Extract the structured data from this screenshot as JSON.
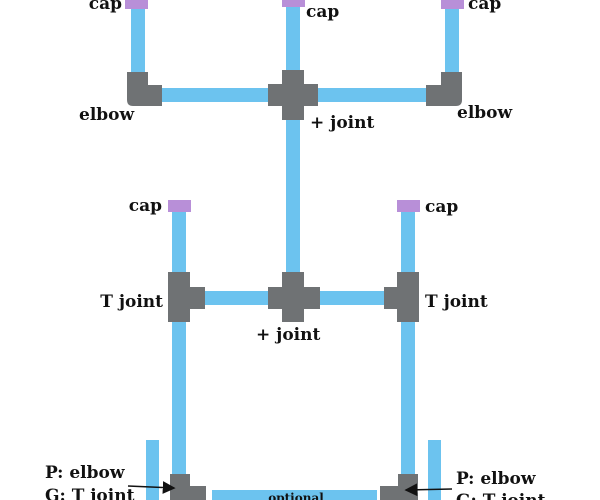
{
  "colors": {
    "pipe": "#6cc3ef",
    "fitting": "#6f7274",
    "cap": "#b88fd8",
    "text": "#111111",
    "background": "#ffffff"
  },
  "labels": {
    "cap_top_left": "cap",
    "cap_top_center": "cap",
    "cap_top_right": "cap",
    "elbow_left": "elbow",
    "elbow_right": "elbow",
    "plus_joint_top": "+ joint",
    "cap_mid_left": "cap",
    "cap_mid_right": "cap",
    "t_joint_left": "T joint",
    "t_joint_right": "T joint",
    "plus_joint_mid": "+ joint",
    "p_elbow_left": "P: elbow",
    "g_t_joint_left": "G: T joint",
    "p_elbow_right": "P: elbow",
    "g_t_joint_right": "G: T joint",
    "optional": "optional"
  }
}
